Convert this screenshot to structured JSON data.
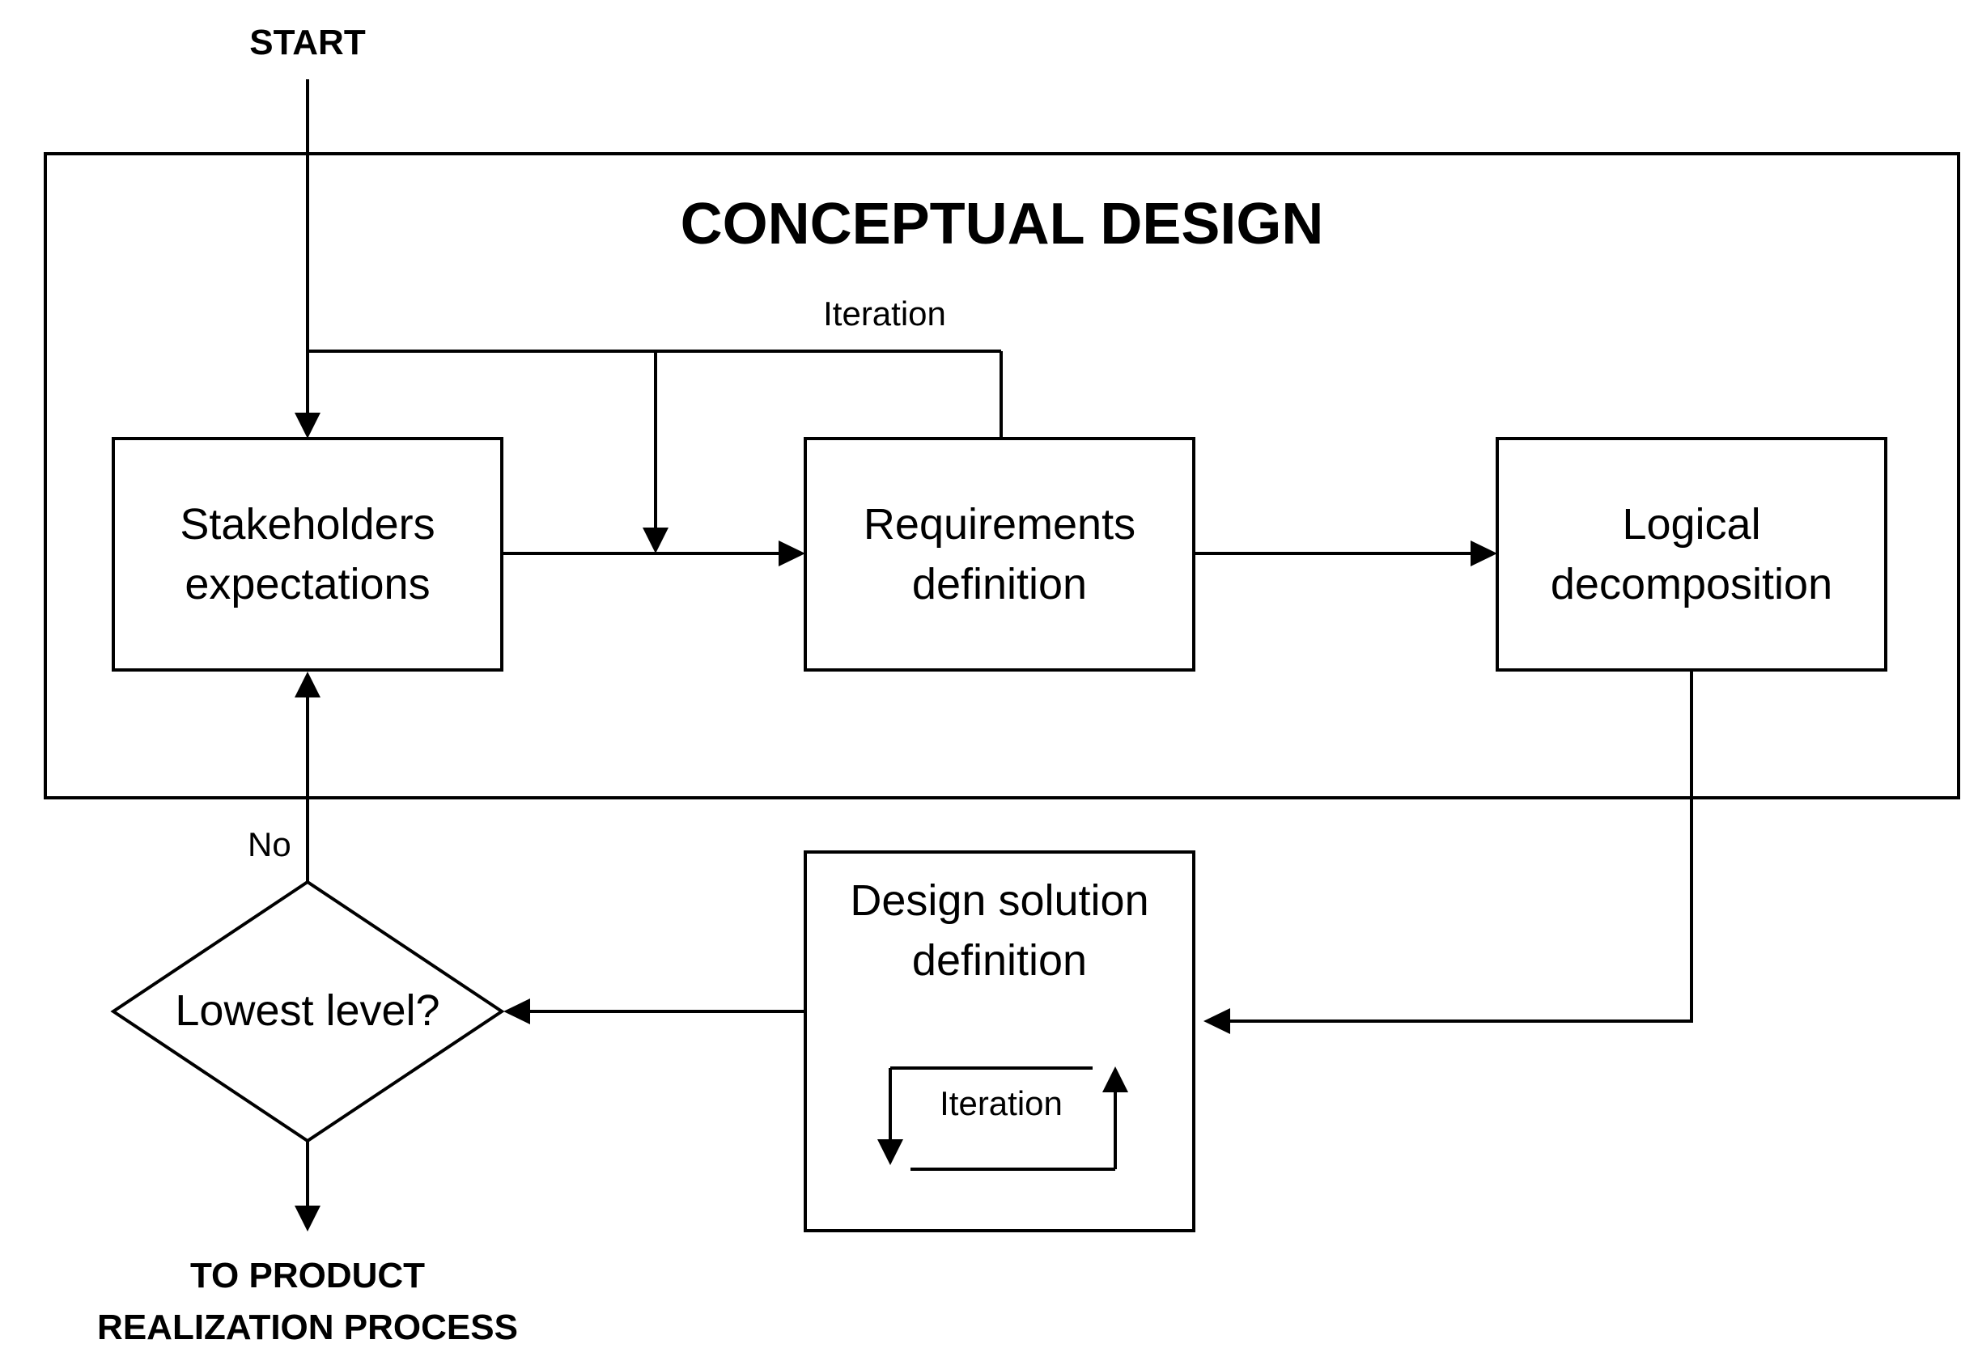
{
  "diagram": {
    "start_label": "START",
    "title": "CONCEPTUAL DESIGN",
    "iteration_top": "Iteration",
    "iteration_inner": "Iteration",
    "no_label": "No",
    "end_label_line1": "TO PRODUCT",
    "end_label_line2": "REALIZATION PROCESS",
    "boxes": {
      "stakeholders": [
        "Stakeholders",
        "expectations"
      ],
      "requirements": [
        "Requirements",
        "definition"
      ],
      "logical": [
        "Logical",
        "decomposition"
      ],
      "design_solution": [
        "Design solution",
        "definition"
      ]
    },
    "decision": "Lowest level?"
  }
}
